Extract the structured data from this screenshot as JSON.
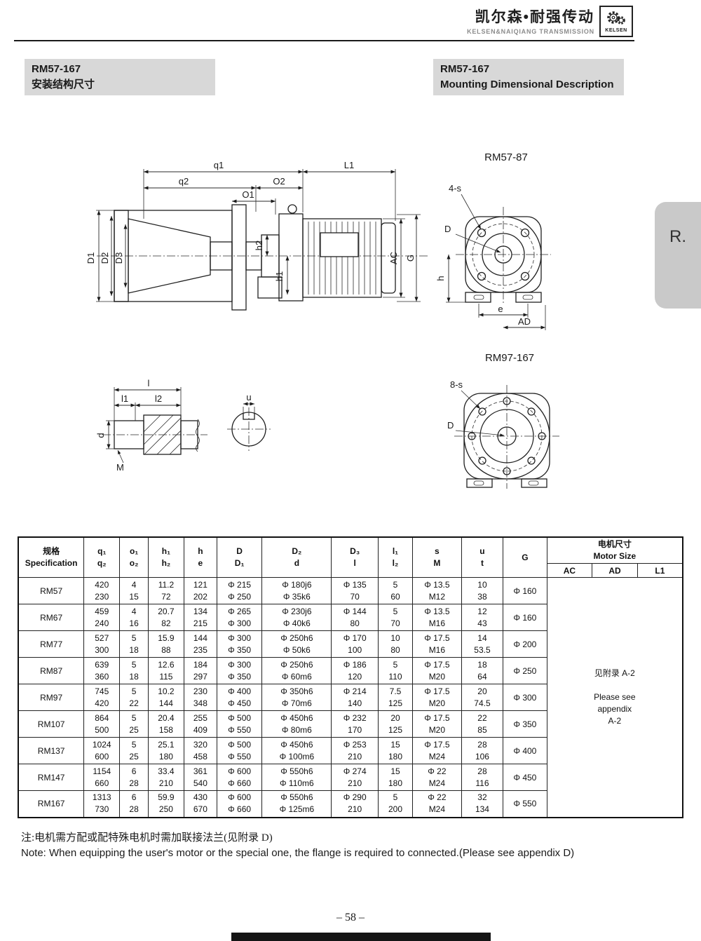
{
  "header": {
    "brand_cn": "凯尔森•耐强传动",
    "brand_en": "KELSEN&NAIQIANG TRANSMISSION",
    "logo_text": "KELSEN"
  },
  "side_tab": {
    "label": "R."
  },
  "title_blocks": {
    "left": {
      "model": "RM57-167",
      "subtitle": "安装结构尺寸"
    },
    "right": {
      "model": "RM57-167",
      "subtitle": "Mounting Dimensional Description"
    }
  },
  "drawings": {
    "front_view_1_title": "RM57-87",
    "front_view_2_title": "RM97-167",
    "side_labels": {
      "q1": "q1",
      "q2": "q2",
      "O1": "O1",
      "O2": "O2",
      "L1": "L1",
      "D1": "D1",
      "D2": "D2",
      "D3": "D3",
      "h1": "h1",
      "h2": "h2",
      "AC": "AC",
      "G": "G"
    },
    "front1_labels": {
      "bolts": "4-s",
      "D": "D",
      "h": "h",
      "e": "e",
      "AD": "AD"
    },
    "front2_labels": {
      "bolts": "8-s",
      "D": "D"
    },
    "shaft_labels": {
      "l": "l",
      "l1": "l1",
      "l2": "l2",
      "d": "d",
      "M": "M",
      "u": "u"
    }
  },
  "table": {
    "headers": [
      {
        "top": "规格",
        "bottom": "Specification"
      },
      {
        "top": "q₁",
        "bottom": "q₂"
      },
      {
        "top": "o₁",
        "bottom": "o₂"
      },
      {
        "top": "h₁",
        "bottom": "h₂"
      },
      {
        "top": "h",
        "bottom": "e"
      },
      {
        "top": "D",
        "bottom": "D₁"
      },
      {
        "top": "D₂",
        "bottom": "d"
      },
      {
        "top": "D₃",
        "bottom": "l"
      },
      {
        "top": "l₁",
        "bottom": "l₂"
      },
      {
        "top": "s",
        "bottom": "M"
      },
      {
        "top": "u",
        "bottom": "t"
      },
      {
        "top": "G",
        "bottom": ""
      }
    ],
    "motor_header": {
      "cn": "电机尺寸",
      "en": "Motor Size",
      "cols": [
        "AC",
        "AD",
        "L1"
      ]
    },
    "motor_note_lines": [
      "见附录 A-2",
      "",
      "Please see",
      "appendix",
      "A-2"
    ],
    "rows": [
      {
        "spec": "RM57",
        "values": [
          [
            "420",
            "230"
          ],
          [
            "4",
            "15"
          ],
          [
            "11.2",
            "72"
          ],
          [
            "121",
            "202"
          ],
          [
            "Φ 215",
            "Φ 250"
          ],
          [
            "Φ 180j6",
            "Φ 35k6"
          ],
          [
            "Φ 135",
            "70"
          ],
          [
            "5",
            "60"
          ],
          [
            "Φ 13.5",
            "M12"
          ],
          [
            "10",
            "38"
          ]
        ],
        "g": "Φ 160"
      },
      {
        "spec": "RM67",
        "values": [
          [
            "459",
            "240"
          ],
          [
            "4",
            "16"
          ],
          [
            "20.7",
            "82"
          ],
          [
            "134",
            "215"
          ],
          [
            "Φ 265",
            "Φ 300"
          ],
          [
            "Φ 230j6",
            "Φ 40k6"
          ],
          [
            "Φ 144",
            "80"
          ],
          [
            "5",
            "70"
          ],
          [
            "Φ 13.5",
            "M16"
          ],
          [
            "12",
            "43"
          ]
        ],
        "g": "Φ 160"
      },
      {
        "spec": "RM77",
        "values": [
          [
            "527",
            "300"
          ],
          [
            "5",
            "18"
          ],
          [
            "15.9",
            "88"
          ],
          [
            "144",
            "235"
          ],
          [
            "Φ 300",
            "Φ 350"
          ],
          [
            "Φ 250h6",
            "Φ 50k6"
          ],
          [
            "Φ 170",
            "100"
          ],
          [
            "10",
            "80"
          ],
          [
            "Φ 17.5",
            "M16"
          ],
          [
            "14",
            "53.5"
          ]
        ],
        "g": "Φ 200"
      },
      {
        "spec": "RM87",
        "values": [
          [
            "639",
            "360"
          ],
          [
            "5",
            "18"
          ],
          [
            "12.6",
            "115"
          ],
          [
            "184",
            "297"
          ],
          [
            "Φ 300",
            "Φ 350"
          ],
          [
            "Φ 250h6",
            "Φ 60m6"
          ],
          [
            "Φ 186",
            "120"
          ],
          [
            "5",
            "110"
          ],
          [
            "Φ 17.5",
            "M20"
          ],
          [
            "18",
            "64"
          ]
        ],
        "g": "Φ 250"
      },
      {
        "spec": "RM97",
        "values": [
          [
            "745",
            "420"
          ],
          [
            "5",
            "22"
          ],
          [
            "10.2",
            "144"
          ],
          [
            "230",
            "348"
          ],
          [
            "Φ 400",
            "Φ 450"
          ],
          [
            "Φ 350h6",
            "Φ 70m6"
          ],
          [
            "Φ 214",
            "140"
          ],
          [
            "7.5",
            "125"
          ],
          [
            "Φ 17.5",
            "M20"
          ],
          [
            "20",
            "74.5"
          ]
        ],
        "g": "Φ 300"
      },
      {
        "spec": "RM107",
        "values": [
          [
            "864",
            "500"
          ],
          [
            "5",
            "25"
          ],
          [
            "20.4",
            "158"
          ],
          [
            "255",
            "409"
          ],
          [
            "Φ 500",
            "Φ 550"
          ],
          [
            "Φ 450h6",
            "Φ 80m6"
          ],
          [
            "Φ 232",
            "170"
          ],
          [
            "20",
            "125"
          ],
          [
            "Φ 17.5",
            "M20"
          ],
          [
            "22",
            "85"
          ]
        ],
        "g": "Φ 350"
      },
      {
        "spec": "RM137",
        "values": [
          [
            "1024",
            "600"
          ],
          [
            "5",
            "25"
          ],
          [
            "25.1",
            "180"
          ],
          [
            "320",
            "458"
          ],
          [
            "Φ 500",
            "Φ 550"
          ],
          [
            "Φ 450h6",
            "Φ 100m6"
          ],
          [
            "Φ 253",
            "210"
          ],
          [
            "15",
            "180"
          ],
          [
            "Φ 17.5",
            "M24"
          ],
          [
            "28",
            "106"
          ]
        ],
        "g": "Φ 400"
      },
      {
        "spec": "RM147",
        "values": [
          [
            "1154",
            "660"
          ],
          [
            "6",
            "28"
          ],
          [
            "33.4",
            "210"
          ],
          [
            "361",
            "540"
          ],
          [
            "Φ 600",
            "Φ 660"
          ],
          [
            "Φ 550h6",
            "Φ 110m6"
          ],
          [
            "Φ 274",
            "210"
          ],
          [
            "15",
            "180"
          ],
          [
            "Φ 22",
            "M24"
          ],
          [
            "28",
            "116"
          ]
        ],
        "g": "Φ 450"
      },
      {
        "spec": "RM167",
        "values": [
          [
            "1313",
            "730"
          ],
          [
            "6",
            "28"
          ],
          [
            "59.9",
            "250"
          ],
          [
            "430",
            "670"
          ],
          [
            "Φ 600",
            "Φ 660"
          ],
          [
            "Φ 550h6",
            "Φ 125m6"
          ],
          [
            "Φ 290",
            "210"
          ],
          [
            "5",
            "200"
          ],
          [
            "Φ 22",
            "M24"
          ],
          [
            "32",
            "134"
          ]
        ],
        "g": "Φ 550"
      }
    ]
  },
  "notes": {
    "cn": "注:电机需方配或配特殊电机时需加联接法兰(见附录 D)",
    "en": "Note: When equipping the user's motor or the special one, the flange is required to connected.(Please see appendix D)"
  },
  "footer": {
    "page_number": "– 58 –"
  }
}
